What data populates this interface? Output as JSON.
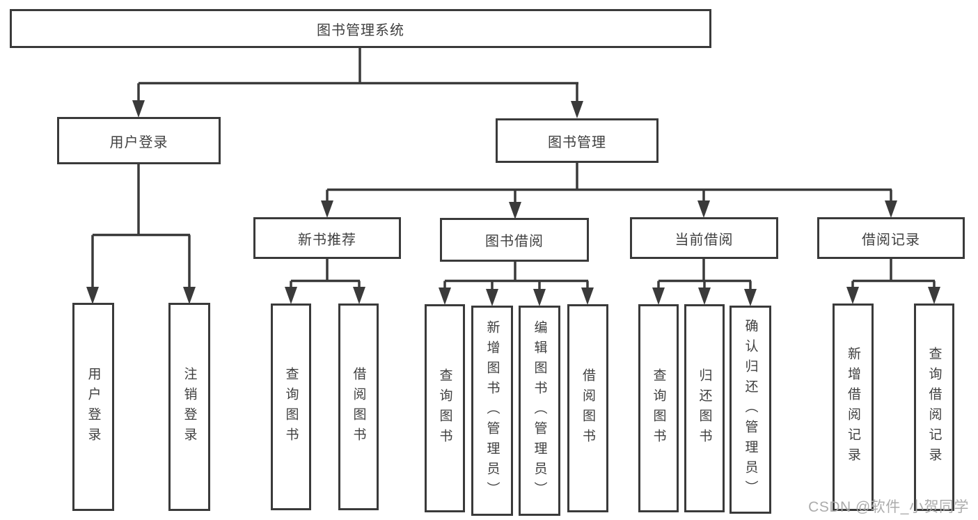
{
  "diagram": {
    "watermark": "CSDN @软件_小贺同学",
    "colors": {
      "line": "#3a3a3a",
      "box_border": "#3a3a3a",
      "box_background": "#ffffff",
      "text": "#3f3f3f",
      "watermark": "#a8a8a8"
    },
    "tree": {
      "root": {
        "label": "图书管理系统",
        "children": [
          {
            "label": "用户登录",
            "children": [
              {
                "label": "用户登录"
              },
              {
                "label": "注销登录"
              }
            ]
          },
          {
            "label": "图书管理",
            "children": [
              {
                "label": "新书推荐",
                "children": [
                  {
                    "label": "查询图书"
                  },
                  {
                    "label": "借阅图书"
                  }
                ]
              },
              {
                "label": "图书借阅",
                "children": [
                  {
                    "label": "查询图书"
                  },
                  {
                    "label": "新增图书（管理员）"
                  },
                  {
                    "label": "编辑图书（管理员）"
                  },
                  {
                    "label": "借阅图书"
                  }
                ]
              },
              {
                "label": "当前借阅",
                "children": [
                  {
                    "label": "查询图书"
                  },
                  {
                    "label": "归还图书"
                  },
                  {
                    "label": "确认归还（管理员）"
                  }
                ]
              },
              {
                "label": "借阅记录",
                "children": [
                  {
                    "label": "新增借阅记录"
                  },
                  {
                    "label": "查询借阅记录"
                  }
                ]
              }
            ]
          }
        ]
      }
    }
  }
}
